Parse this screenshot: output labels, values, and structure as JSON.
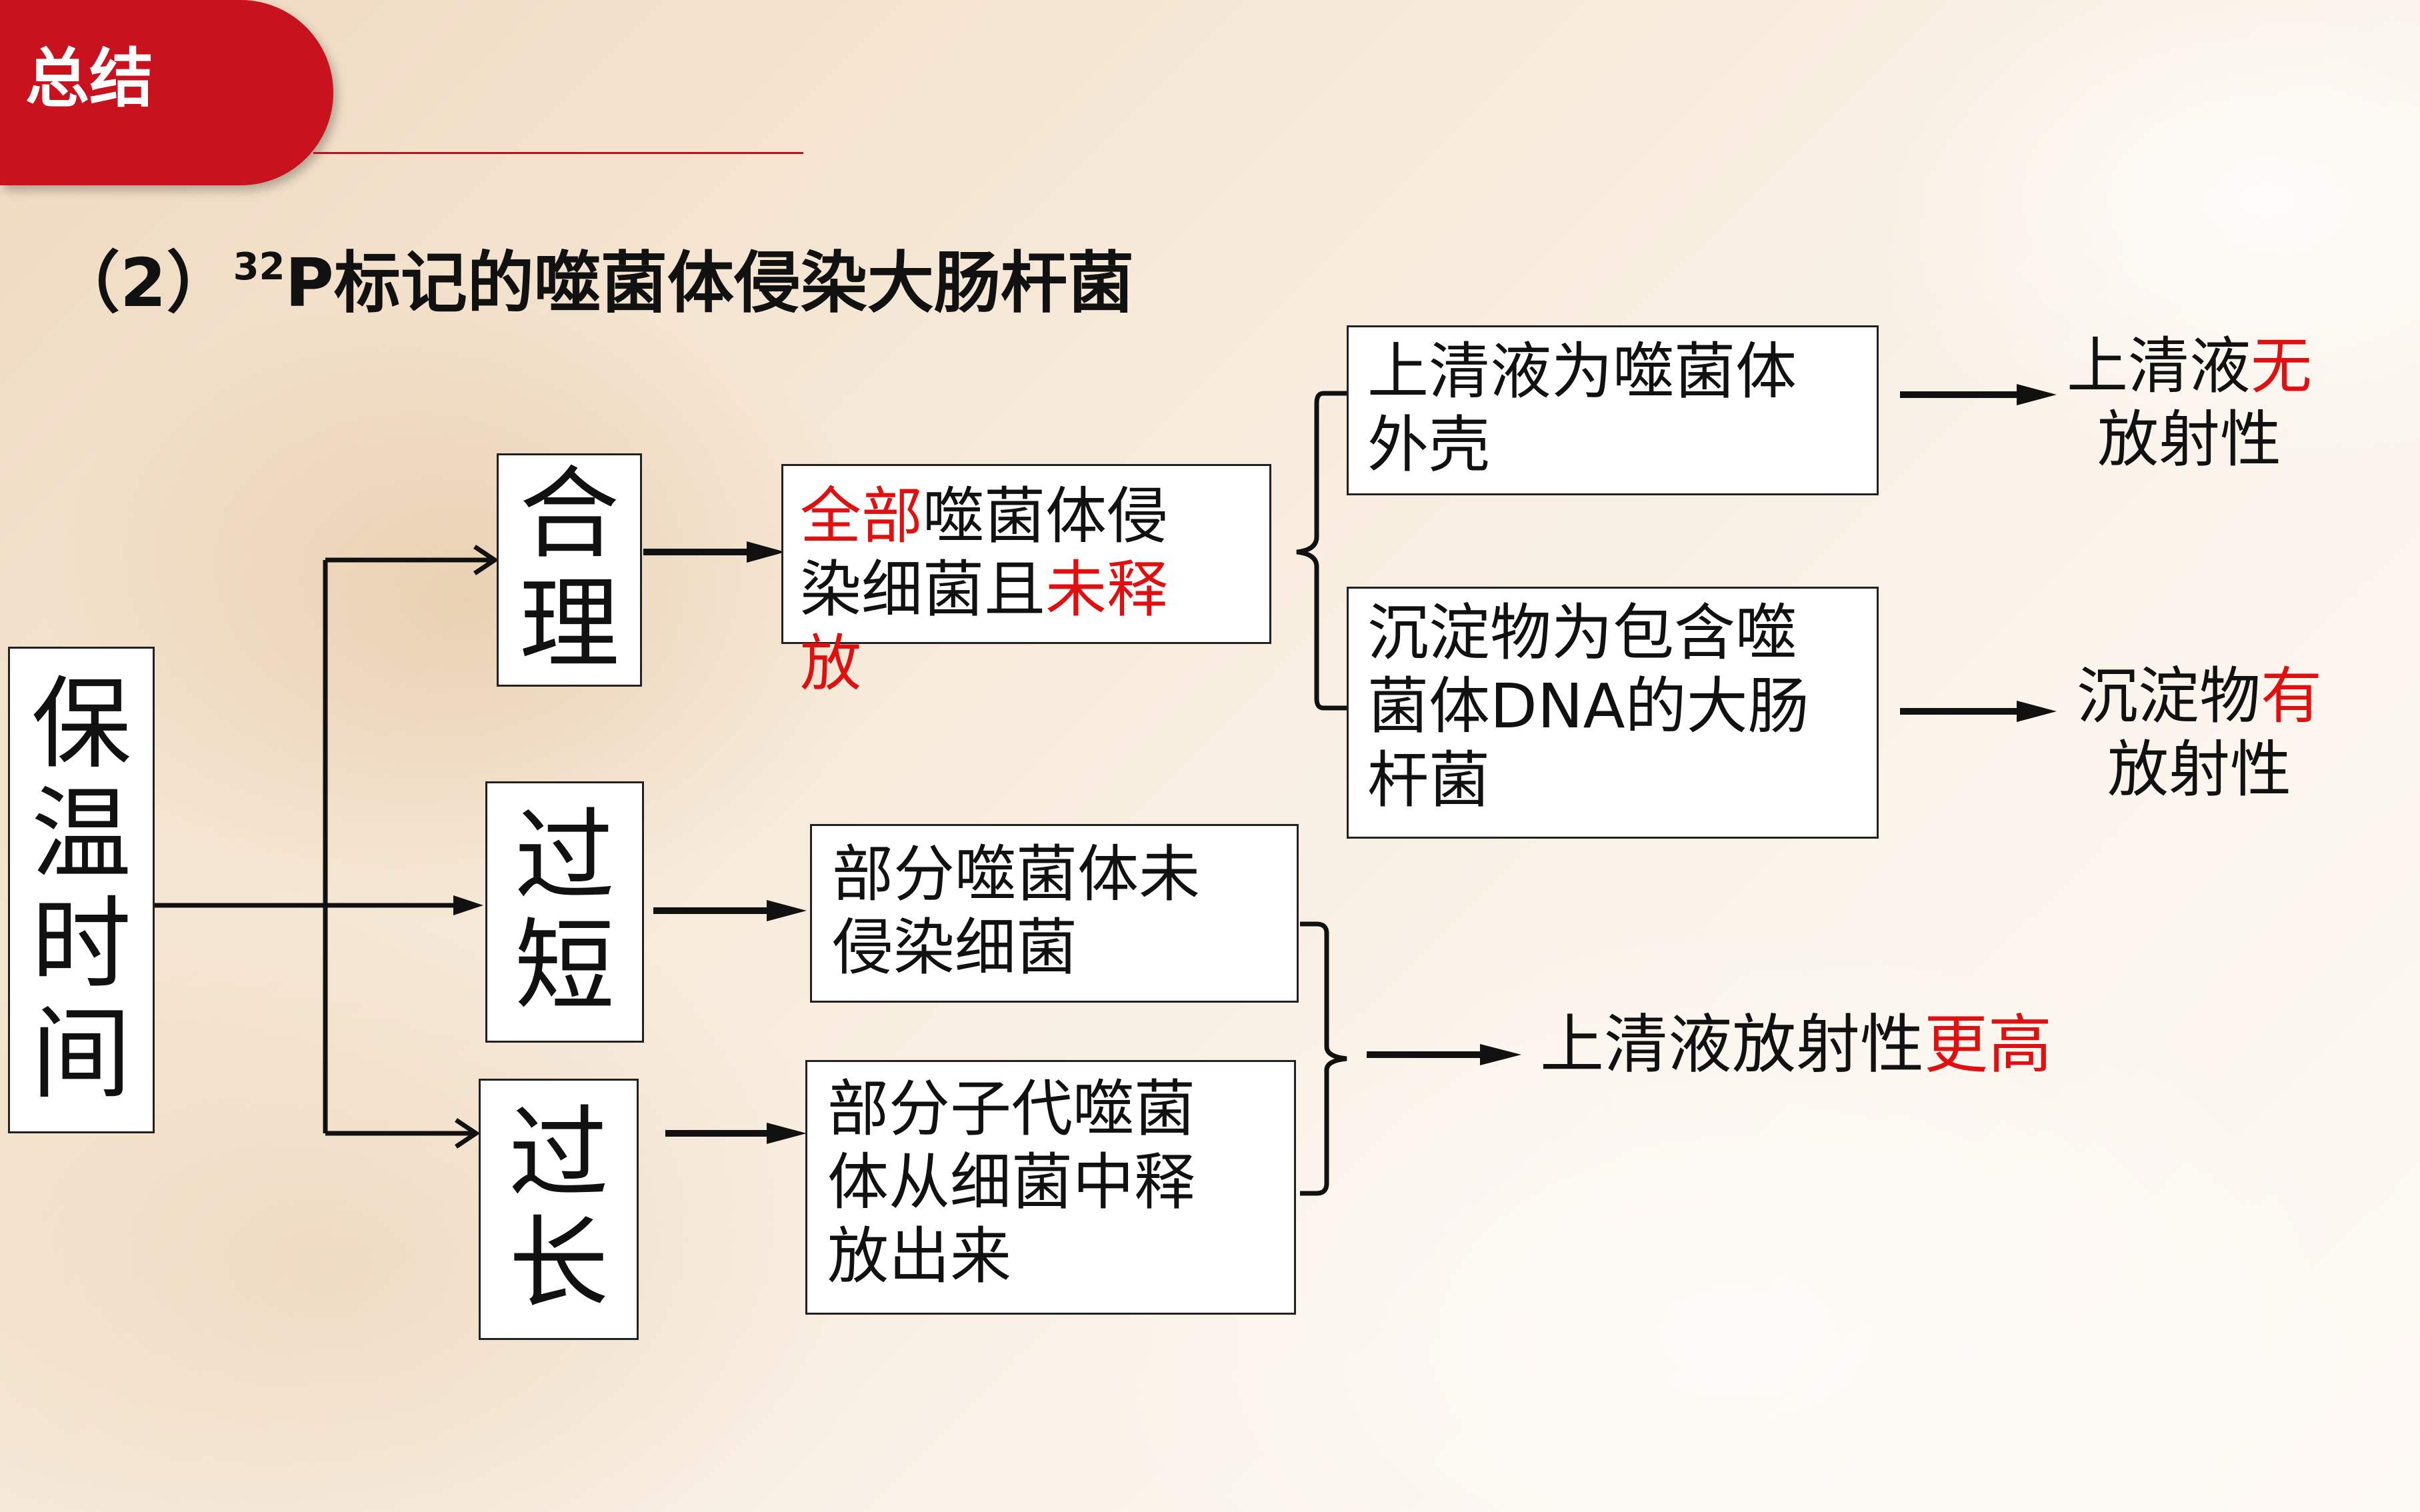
{
  "header": {
    "title": "总结"
  },
  "subtitle": {
    "prefix": "（2）",
    "sup": "32",
    "rest": "P标记的噬菌体侵染大肠杆菌"
  },
  "root": {
    "chars": [
      "保",
      "温",
      "时",
      "间"
    ]
  },
  "branches": {
    "reasonable": {
      "chars": [
        "合",
        "理"
      ]
    },
    "too_short": {
      "chars": [
        "过",
        "短"
      ]
    },
    "too_long": {
      "chars": [
        "过",
        "长"
      ]
    }
  },
  "reasonable_desc": {
    "line1_red": "全部",
    "line1_black": "噬菌体侵",
    "line2_black": "染细菌且",
    "line2_red": "未释",
    "line3_red": "放"
  },
  "supernatant_box": {
    "line1": "上清液为噬菌体",
    "line2": "外壳"
  },
  "sediment_box": {
    "line1": "沉淀物为包含噬",
    "line2": "菌体DNA的大肠",
    "line3": "杆菌"
  },
  "supernatant_result": {
    "black": "上清液",
    "red": "无",
    "line2": "放射性"
  },
  "sediment_result": {
    "black": "沉淀物",
    "red": "有",
    "line2": "放射性"
  },
  "short_desc": {
    "line1": "部分噬菌体未",
    "line2": "侵染细菌"
  },
  "long_desc": {
    "line1": "部分子代噬菌",
    "line2": "体从细菌中释",
    "line3": "放出来"
  },
  "final_result": {
    "black": "上清液放射性",
    "red": "更高"
  },
  "colors": {
    "accent_red": "#c8131e",
    "highlight_red": "#e01010"
  }
}
